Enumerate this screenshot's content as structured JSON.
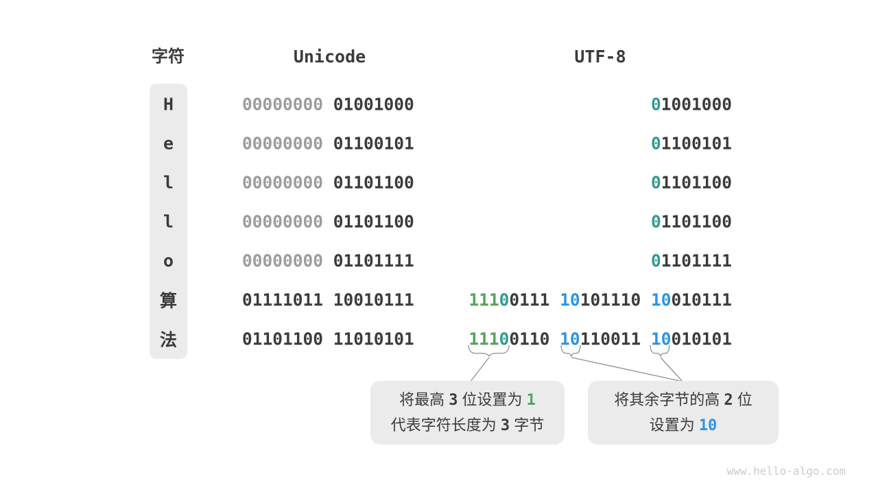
{
  "page": {
    "watermark": "www.hello-algo.com"
  },
  "header": {
    "char_label": "字符",
    "unicode_label": "Unicode",
    "utf8_label": "UTF-8"
  },
  "colors": {
    "dark": "#3b3b3b",
    "gray": "#9c9c9c",
    "green": "#56a25c",
    "teal": "#2f9c8c",
    "blue": "#2d94e0",
    "box_bg": "#ebebeb",
    "connector": "#8f8f8f"
  },
  "rows": [
    {
      "char": "H",
      "unicode": [
        {
          "t": "00000000",
          "c": "gray"
        },
        {
          "t": " "
        },
        {
          "t": "01001000"
        }
      ],
      "utf8": [
        {
          "t": "0",
          "c": "teal"
        },
        {
          "t": "1001000"
        }
      ]
    },
    {
      "char": "e",
      "unicode": [
        {
          "t": "00000000",
          "c": "gray"
        },
        {
          "t": " "
        },
        {
          "t": "01100101"
        }
      ],
      "utf8": [
        {
          "t": "0",
          "c": "teal"
        },
        {
          "t": "1100101"
        }
      ]
    },
    {
      "char": "l",
      "unicode": [
        {
          "t": "00000000",
          "c": "gray"
        },
        {
          "t": " "
        },
        {
          "t": "01101100"
        }
      ],
      "utf8": [
        {
          "t": "0",
          "c": "teal"
        },
        {
          "t": "1101100"
        }
      ]
    },
    {
      "char": "l",
      "unicode": [
        {
          "t": "00000000",
          "c": "gray"
        },
        {
          "t": " "
        },
        {
          "t": "01101100"
        }
      ],
      "utf8": [
        {
          "t": "0",
          "c": "teal"
        },
        {
          "t": "1101100"
        }
      ]
    },
    {
      "char": "o",
      "unicode": [
        {
          "t": "00000000",
          "c": "gray"
        },
        {
          "t": " "
        },
        {
          "t": "01101111"
        }
      ],
      "utf8": [
        {
          "t": "0",
          "c": "teal"
        },
        {
          "t": "1101111"
        }
      ]
    },
    {
      "char": "算",
      "unicode": [
        {
          "t": "01111011 10010111"
        }
      ],
      "utf8": [
        {
          "t": "111",
          "c": "green"
        },
        {
          "t": "0",
          "c": "teal"
        },
        {
          "t": "0111"
        },
        {
          "t": " "
        },
        {
          "t": "10",
          "c": "blue"
        },
        {
          "t": "101110"
        },
        {
          "t": " "
        },
        {
          "t": "10",
          "c": "blue"
        },
        {
          "t": "010111"
        }
      ]
    },
    {
      "char": "法",
      "unicode": [
        {
          "t": "01101100 11010101"
        }
      ],
      "utf8": [
        {
          "t": "111",
          "c": "green"
        },
        {
          "t": "0",
          "c": "teal"
        },
        {
          "t": "0110"
        },
        {
          "t": " "
        },
        {
          "t": "10",
          "c": "blue"
        },
        {
          "t": "110011"
        },
        {
          "t": " "
        },
        {
          "t": "10",
          "c": "blue"
        },
        {
          "t": "010101"
        }
      ]
    }
  ],
  "callouts": [
    {
      "name": "leading-bits-note",
      "lines": [
        [
          {
            "t": "将最高 "
          },
          {
            "t": "3",
            "mono": true
          },
          {
            "t": " 位设置为 "
          },
          {
            "t": "1",
            "mono": true,
            "c": "green"
          }
        ],
        [
          {
            "t": "代表字符长度为 "
          },
          {
            "t": "3",
            "mono": true
          },
          {
            "t": " 字节"
          }
        ]
      ]
    },
    {
      "name": "continuation-bits-note",
      "lines": [
        [
          {
            "t": "将其余字节的高 "
          },
          {
            "t": "2",
            "mono": true
          },
          {
            "t": " 位"
          }
        ],
        [
          {
            "t": "设置为 "
          },
          {
            "t": "10",
            "mono": true,
            "c": "blue"
          }
        ]
      ]
    }
  ]
}
